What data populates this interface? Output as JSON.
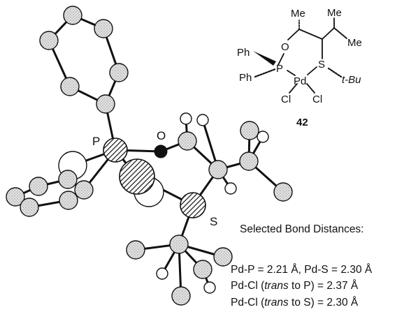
{
  "labels": {
    "atom_p": "P",
    "atom_o": "O",
    "atom_s": "S"
  },
  "structure": {
    "me_1": "Me",
    "me_2": "Me",
    "me_3": "Me",
    "o": "O",
    "ph_1": "Ph",
    "ph_2": "Ph",
    "p": "P",
    "pd": "Pd",
    "s": "S",
    "tbu": "t-Bu",
    "cl_1": "Cl",
    "cl_2": "Cl",
    "compound_number": "42"
  },
  "distances": {
    "heading": "Selected Bond Distances:",
    "line1": "Pd-P = 2.21 Å, Pd-S = 2.30 Å",
    "line2_prefix": "Pd-Cl (",
    "line2_trans": "trans",
    "line2_suffix": " to P) = 2.37 Å",
    "line3_prefix": "Pd-Cl (",
    "line3_trans": "trans",
    "line3_suffix": " to S) = 2.30 Å"
  },
  "colors": {
    "bond": "#111111",
    "carbon_fill": "#dcdcdc",
    "hydrogen_fill": "#ffffff",
    "oxygen_fill": "#111111"
  }
}
